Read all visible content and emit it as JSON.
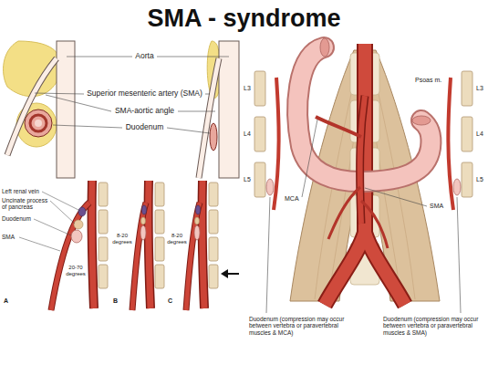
{
  "diagram": {
    "title": "SMA - syndrome",
    "labels": [
      "Aorta",
      "Superior mesenteric artery (SMA)",
      "SMA-aortic angle",
      "Duodenum",
      "Left renal vein",
      "Uncinate process of pancreas",
      "Duodenum",
      "SMA",
      "20-70 degrees",
      "8-20 degrees",
      "8-20 degrees",
      "A",
      "B",
      "C",
      "L3",
      "L3",
      "Psoas m.",
      "L4",
      "L4",
      "MCA",
      "SMA",
      "L5",
      "L5",
      "Duodenum (compression may occur between vertebra or paravertebral muscles & MCA)",
      "Duodenum (compression may occur between vertebra or paravertebral muscles & SMA)"
    ]
  }
}
